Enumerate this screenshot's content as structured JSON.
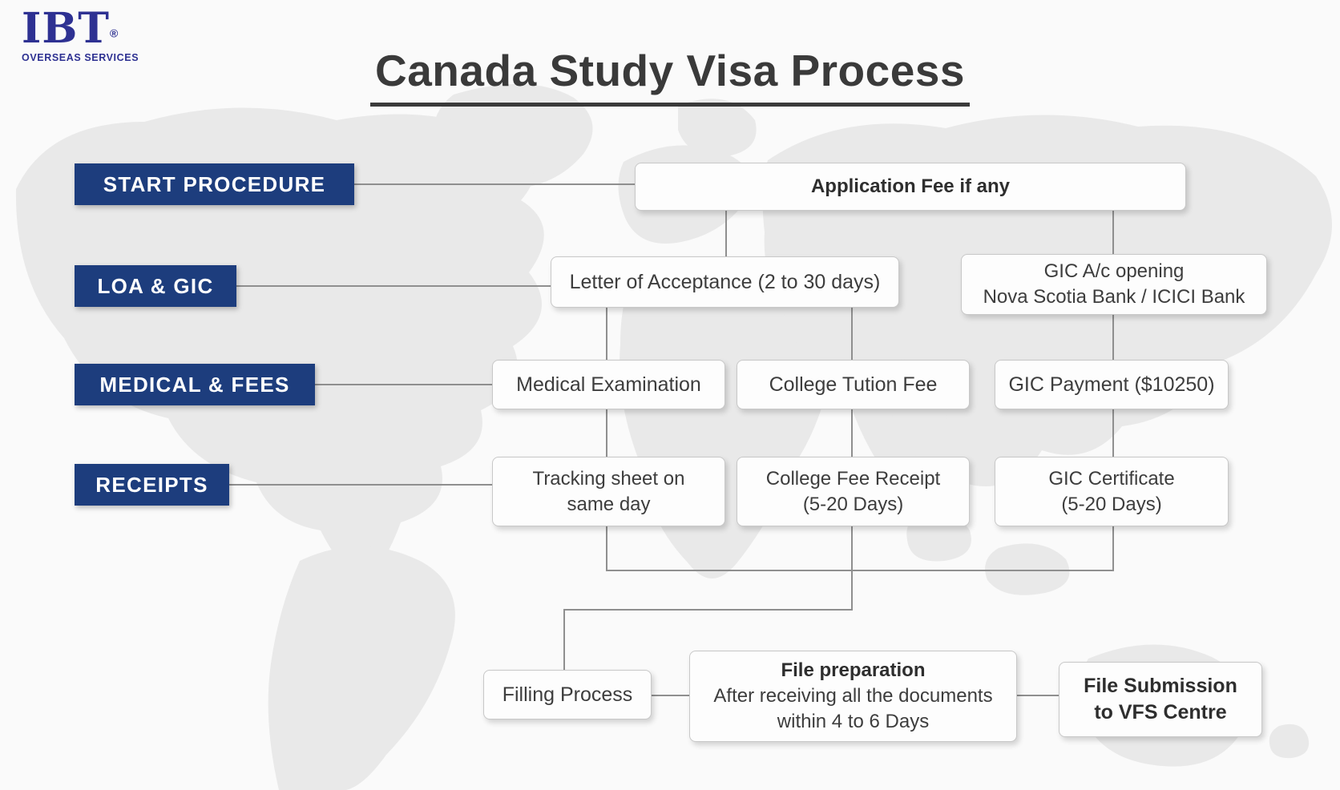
{
  "logo": {
    "name": "IBT",
    "registered_mark": "®",
    "tagline": "OVERSEAS SERVICES"
  },
  "title": "Canada Study Visa Process",
  "colors": {
    "stage_navy": "#1d3d7d",
    "logo_blue": "#2e3192",
    "connector_gray": "#8f8f8f",
    "node_background": "#fdfdfd",
    "node_border": "#c8c8c8",
    "title_text": "#3a3a3a",
    "map_silhouette": "#e9e9e9"
  },
  "stage_labels": [
    {
      "label": "START PROCEDURE"
    },
    {
      "label": "LOA & GIC"
    },
    {
      "label": "MEDICAL & FEES"
    },
    {
      "label": "RECEIPTS"
    }
  ],
  "nodes": {
    "application_fee": {
      "line1": "Application Fee if any"
    },
    "letter_of_acceptance": {
      "line1": "Letter of Acceptance (2 to 30 days)"
    },
    "gic_account": {
      "line1": "GIC A/c opening",
      "line2": "Nova Scotia Bank / ICICI Bank"
    },
    "medical_examination": {
      "line1": "Medical Examination"
    },
    "college_tuition_fee": {
      "line1": "College Tution Fee"
    },
    "gic_payment": {
      "line1": "GIC Payment ($10250)"
    },
    "tracking_sheet": {
      "line1": "Tracking sheet on",
      "line2": "same day"
    },
    "college_fee_receipt": {
      "line1": "College Fee Receipt",
      "line2": "(5-20 Days)"
    },
    "gic_certificate": {
      "line1": "GIC Certificate",
      "line2": "(5-20 Days)"
    },
    "filling_process": {
      "line1": "Filling Process"
    },
    "file_preparation": {
      "line1": "File preparation",
      "line2": "After receiving all the documents",
      "line3": "within 4 to 6 Days"
    },
    "file_submission": {
      "line1": "File Submission",
      "line2": "to VFS Centre"
    }
  }
}
